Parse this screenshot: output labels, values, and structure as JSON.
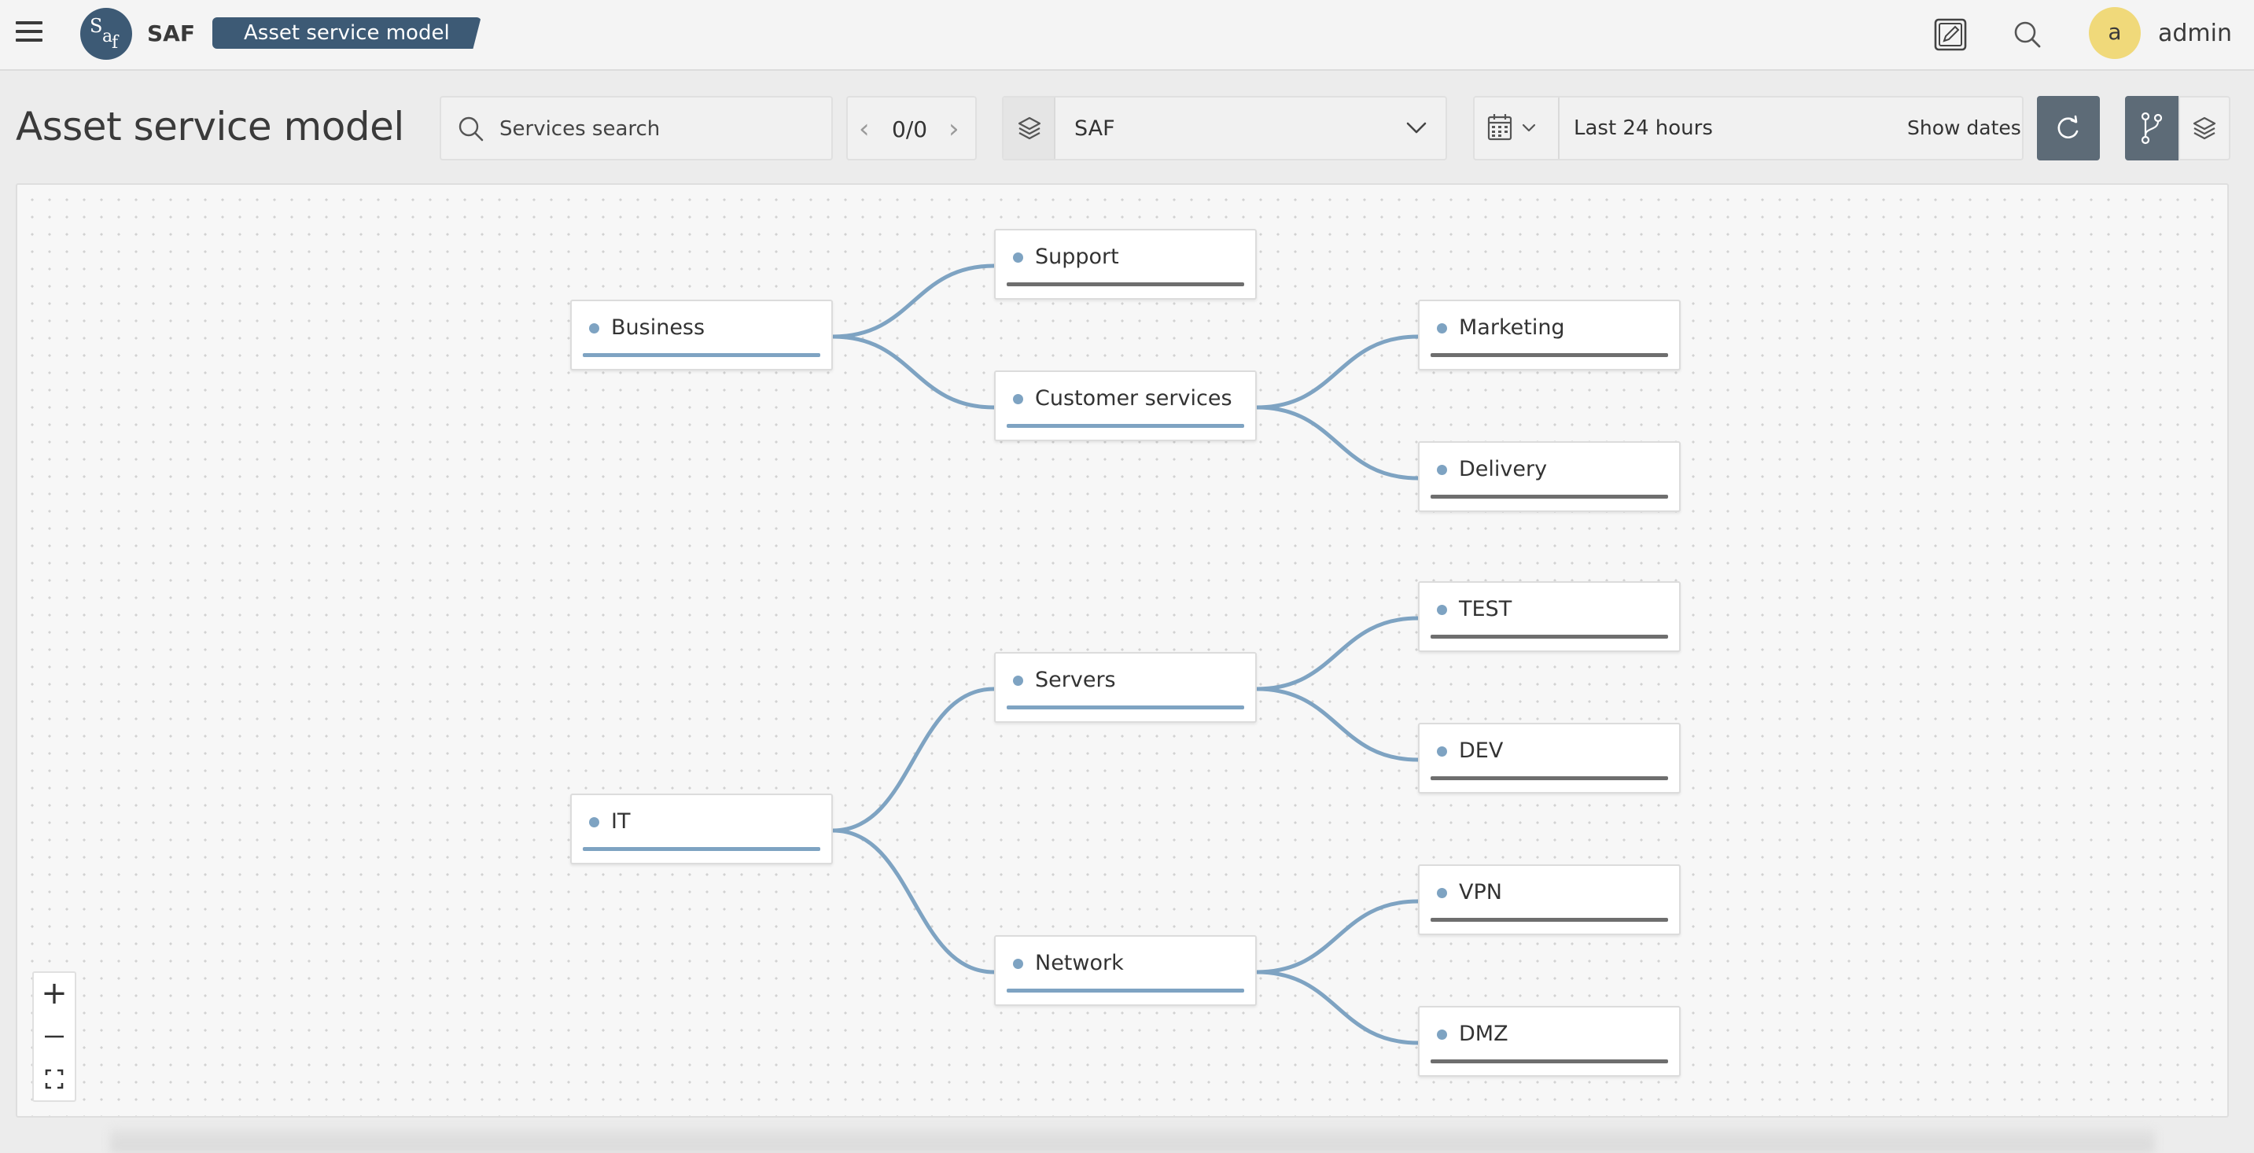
{
  "topbar": {
    "menu_icon": "hamburger-icon",
    "logo_letters": [
      "S",
      "a",
      "f"
    ],
    "app_name": "SAF",
    "breadcrumb": "Asset service model",
    "edit_icon": "edit-icon",
    "search_icon": "search-icon",
    "avatar_initial": "a",
    "user_name": "admin"
  },
  "toolbar": {
    "page_title": "Asset service model",
    "search_placeholder": "Services search",
    "pager_count": "0/0",
    "layer_value": "SAF",
    "time_range": "Last 24 hours",
    "show_dates": "Show dates"
  },
  "colors": {
    "brand": "#3d5a75",
    "edge": "#7ea3c2",
    "status_blue": "#7ea3c2",
    "status_gray": "#6e6e6e",
    "avatar": "#f0d97a"
  },
  "graph": {
    "nodes": [
      {
        "id": "business",
        "label": "Business",
        "status": "blue"
      },
      {
        "id": "support",
        "label": "Support",
        "status": "gray"
      },
      {
        "id": "customer",
        "label": "Customer services",
        "status": "blue"
      },
      {
        "id": "marketing",
        "label": "Marketing",
        "status": "gray"
      },
      {
        "id": "delivery",
        "label": "Delivery",
        "status": "gray"
      },
      {
        "id": "it",
        "label": "IT",
        "status": "blue"
      },
      {
        "id": "servers",
        "label": "Servers",
        "status": "blue"
      },
      {
        "id": "network",
        "label": "Network",
        "status": "blue"
      },
      {
        "id": "test",
        "label": "TEST",
        "status": "gray"
      },
      {
        "id": "dev",
        "label": "DEV",
        "status": "gray"
      },
      {
        "id": "vpn",
        "label": "VPN",
        "status": "gray"
      },
      {
        "id": "dmz",
        "label": "DMZ",
        "status": "gray"
      }
    ],
    "edges": [
      [
        "business",
        "support"
      ],
      [
        "business",
        "customer"
      ],
      [
        "customer",
        "marketing"
      ],
      [
        "customer",
        "delivery"
      ],
      [
        "it",
        "servers"
      ],
      [
        "it",
        "network"
      ],
      [
        "servers",
        "test"
      ],
      [
        "servers",
        "dev"
      ],
      [
        "network",
        "vpn"
      ],
      [
        "network",
        "dmz"
      ]
    ]
  },
  "zoom": {
    "zoom_in": "+"
  }
}
